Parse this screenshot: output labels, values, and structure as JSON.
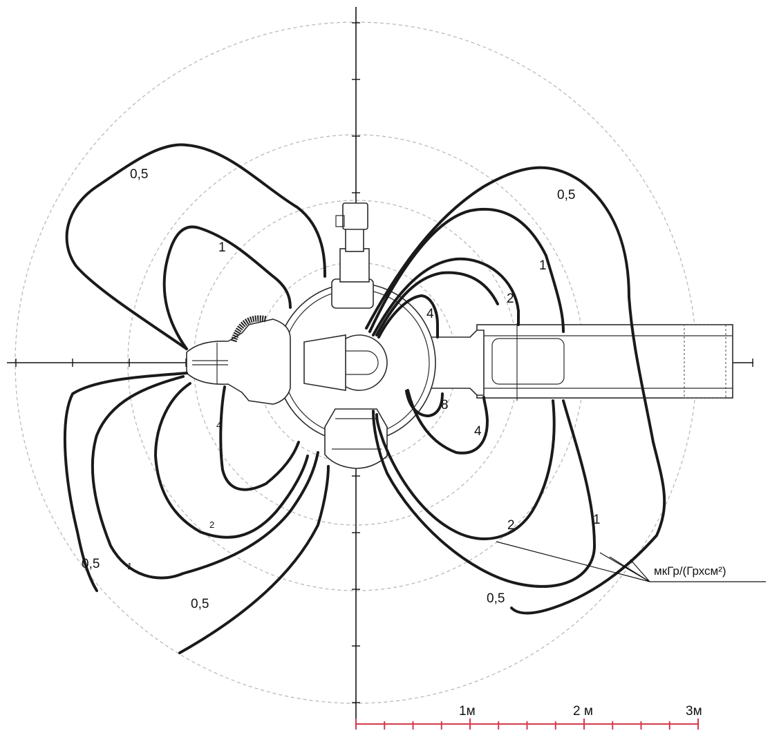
{
  "isodose_labels": {
    "left_upper_05": "0,5",
    "left_upper_1": "1",
    "left_lower_4": "4",
    "left_lower_2": "2",
    "left_lower_1": "1",
    "left_lower_05_a": "0,5",
    "left_lower_05_b": "0,5",
    "right_upper_05": "0,5",
    "right_upper_1": "1",
    "right_upper_2": "2",
    "right_upper_4": "4",
    "right_lower_8": "8",
    "right_lower_4": "4",
    "right_lower_2": "2",
    "right_lower_1": "1",
    "right_lower_05": "0,5"
  },
  "unit_label": "мкГр/(Грхсм²)",
  "scale_bar": {
    "labels": [
      "1м",
      "2 м",
      "3м"
    ],
    "color": "#d33a4c"
  },
  "colors": {
    "isodose_line": "#1a1a1a",
    "range_ring": "#b9b9b9"
  }
}
